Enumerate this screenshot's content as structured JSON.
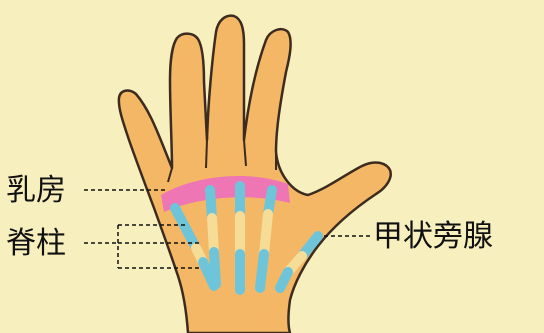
{
  "labels": {
    "breast": "乳房",
    "spine": "脊柱",
    "thyroid": "甲状旁腺"
  },
  "colors": {
    "background": "#f8efbf",
    "skin": "#f3b765",
    "outline": "#3c2b1f",
    "breast_zone": "#ef76b4",
    "spine_light": "#f5dd98",
    "spine_blue": "#6ec5d9"
  }
}
